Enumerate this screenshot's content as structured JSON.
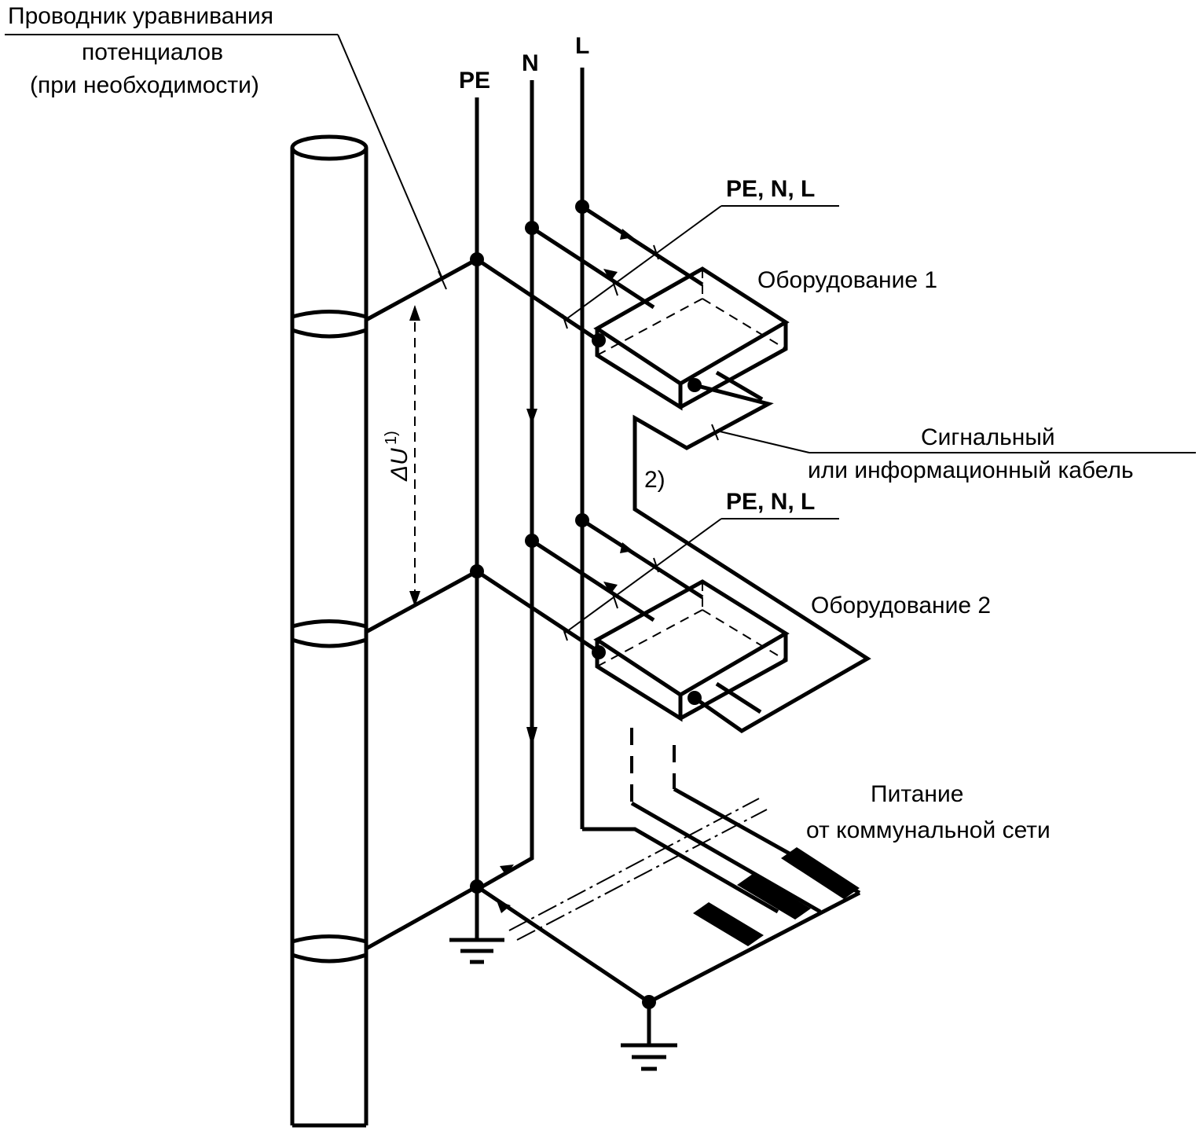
{
  "labels": {
    "pe": "PE",
    "n": "N",
    "l": "L",
    "potential_conductor_line1": "Проводник уравнивания",
    "potential_conductor_line2": "потенциалов",
    "potential_conductor_line3": "(при необходимости)",
    "pe_n_l_top": "PE, N, L",
    "pe_n_l_bottom": "PE, N, L",
    "equipment1": "Оборудование 1",
    "equipment2": "Оборудование 2",
    "signal_cable_line1": "Сигнальный",
    "signal_cable_line2": "или информационный кабель",
    "note2": "2)",
    "delta_u": "ΔU",
    "delta_u_sup": "1)",
    "supply_line1": "Питание",
    "supply_line2": "от коммунальной сети"
  }
}
